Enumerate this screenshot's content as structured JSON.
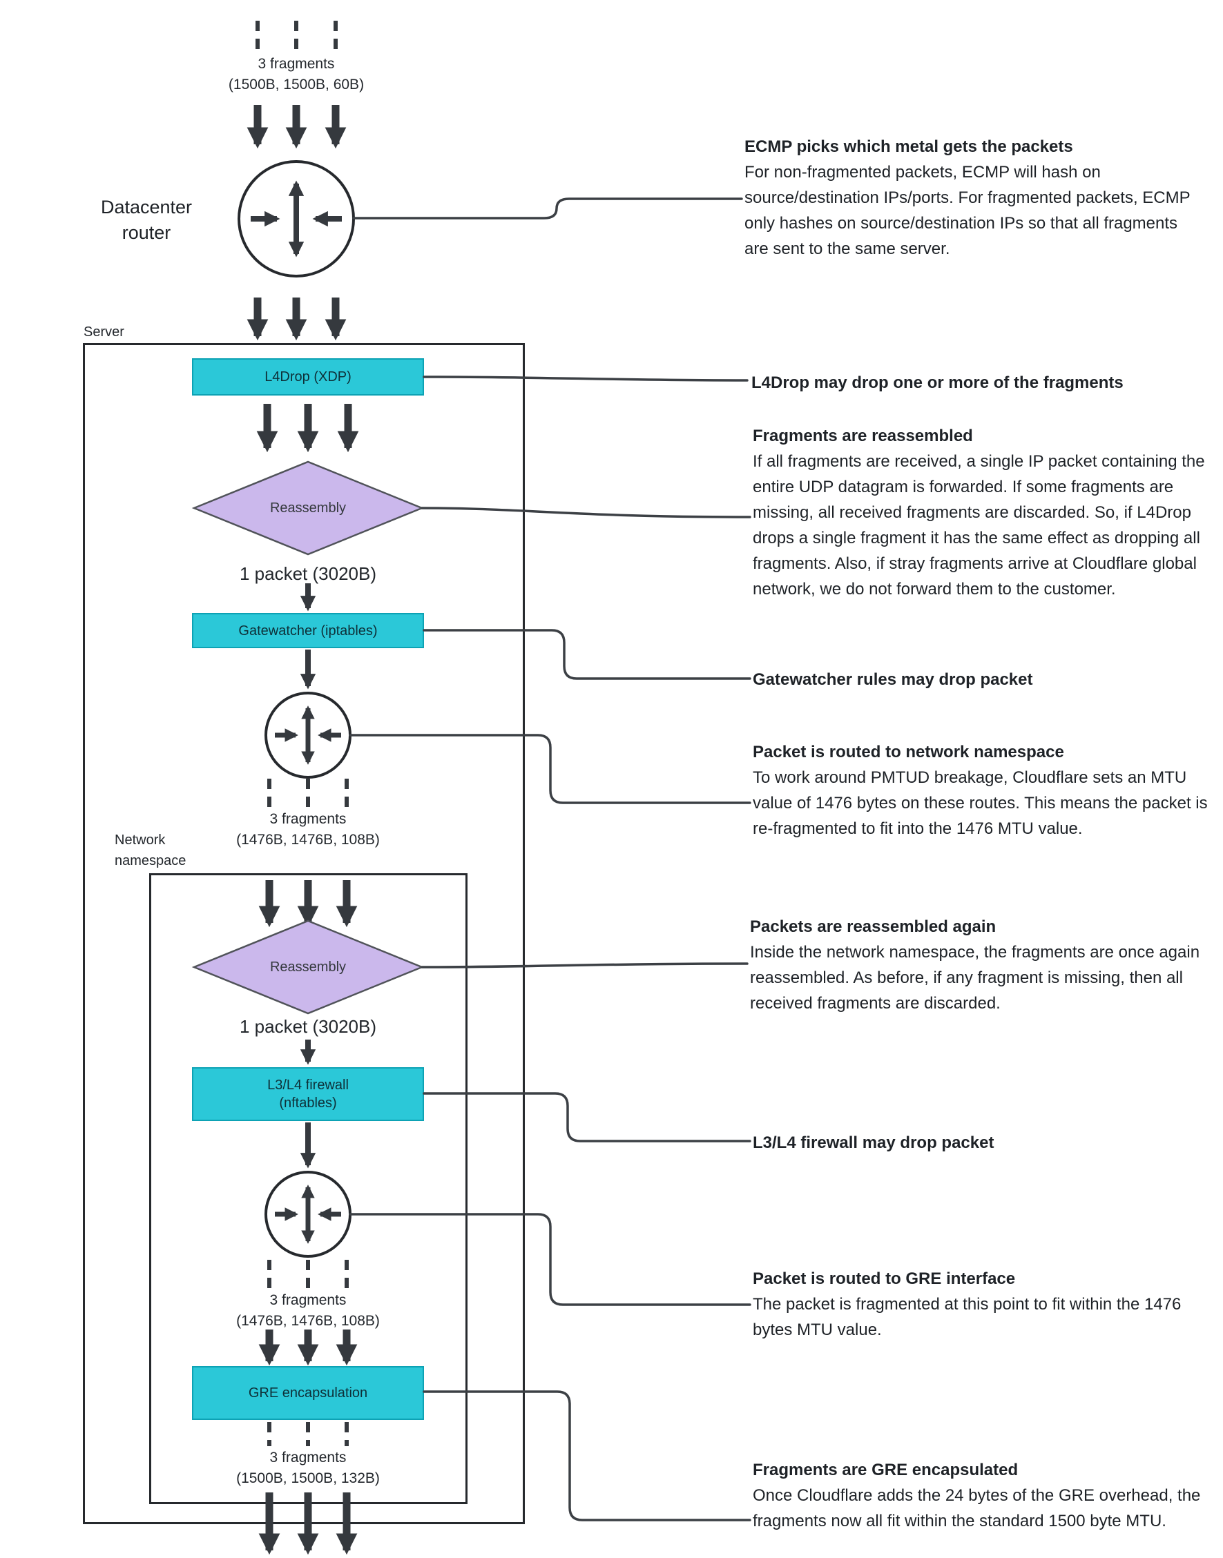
{
  "diagram": {
    "fragments": [
      {
        "count": "3 fragments",
        "sizes": "(1500B, 1500B, 60B)"
      },
      {
        "count": "3 fragments",
        "sizes": "(1476B, 1476B, 108B)"
      },
      {
        "count": "3 fragments",
        "sizes": "(1476B, 1476B, 108B)"
      },
      {
        "count": "3 fragments",
        "sizes": "(1500B, 1500B, 132B)"
      }
    ],
    "nodes": {
      "datacenter_router": "Datacenter router",
      "server": "Server",
      "l4drop": "L4Drop (XDP)",
      "reassembly1": "Reassembly",
      "packet1": "1 packet (3020B)",
      "gatewatcher": "Gatewatcher (iptables)",
      "network_namespace": "Network namespace",
      "reassembly2": "Reassembly",
      "firewall_line1": "L3/L4 firewall",
      "firewall_line2": "(nftables)",
      "packet2": "1 packet (3020B)",
      "gre": "GRE encapsulation"
    },
    "icons": [
      "router-icon",
      "route-icon",
      "route-icon"
    ]
  },
  "annotations": [
    {
      "title": "ECMP picks which metal gets the packets",
      "body": "For non-fragmented packets, ECMP will hash on source/destination IPs/ports. For fragmented packets, ECMP only hashes on source/destination IPs so that all fragments are sent to the same server."
    },
    {
      "title": "L4Drop may drop one or more of the fragments",
      "body": ""
    },
    {
      "title": "Fragments are reassembled",
      "body": "If all fragments are received, a single IP packet containing the entire UDP datagram is forwarded. If some fragments are missing, all received fragments are discarded. So, if L4Drop drops a single fragment it has the same effect as dropping all fragments. Also, if stray fragments arrive at Cloudflare global network, we do not forward them to the customer."
    },
    {
      "title": "Gatewatcher rules may drop packet",
      "body": ""
    },
    {
      "title": "Packet is routed to network namespace",
      "body": "To work around PMTUD breakage, Cloudflare sets an MTU value of 1476 bytes on these routes. This means the packet is re-fragmented to fit into the 1476 MTU value."
    },
    {
      "title": "Packets are reassembled again",
      "body": "Inside the network namespace, the fragments are once again reassembled. As before, if any fragment is missing, then all received fragments are discarded."
    },
    {
      "title": "L3/L4 firewall may drop packet",
      "body": ""
    },
    {
      "title": "Packet is routed to GRE interface",
      "body": "The packet is fragmented at this point to fit within the 1476 bytes MTU value."
    },
    {
      "title": "Fragments are GRE encapsulated",
      "body": "Once Cloudflare adds the 24 bytes of the GRE overhead, the fragments now all fit within the standard 1500 byte MTU."
    }
  ],
  "colors": {
    "cyan_box": "#2bc8d8",
    "cyan_border": "#0da2b4",
    "purple_diamond": "#cbb8ec",
    "line": "#35393e",
    "text": "#1e2227"
  }
}
